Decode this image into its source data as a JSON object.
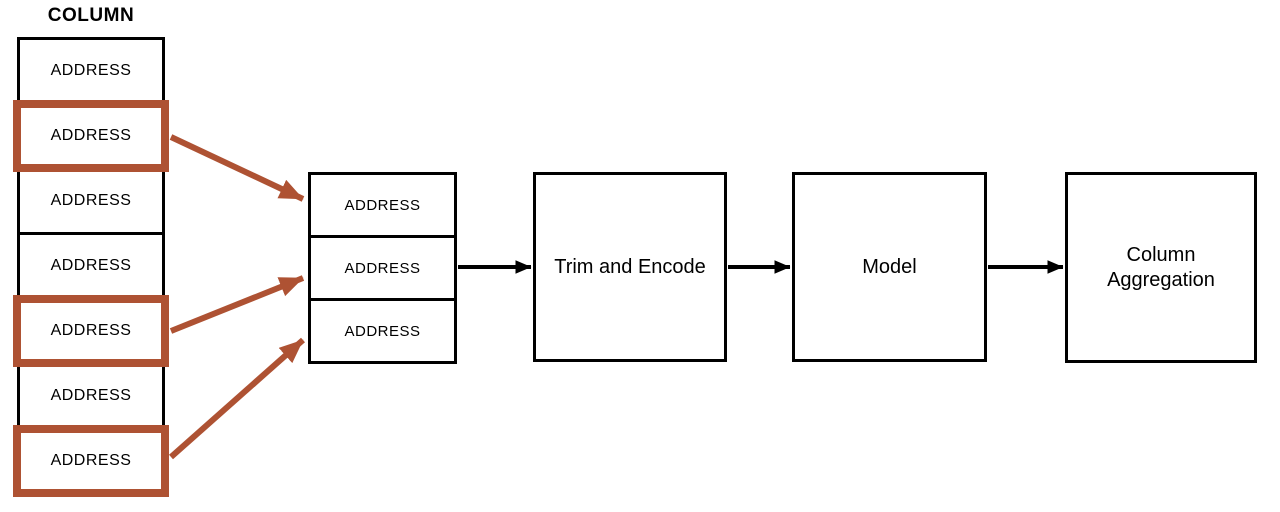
{
  "diagram": {
    "title": "COLUMN",
    "colors": {
      "highlight": "#AE5233",
      "line": "#000000",
      "background": "#ffffff"
    },
    "column": {
      "label": "COLUMN",
      "cells": [
        {
          "text": "ADDRESS",
          "highlighted": false
        },
        {
          "text": "ADDRESS",
          "highlighted": true
        },
        {
          "text": "ADDRESS",
          "highlighted": false
        },
        {
          "text": "ADDRESS",
          "highlighted": false
        },
        {
          "text": "ADDRESS",
          "highlighted": true
        },
        {
          "text": "ADDRESS",
          "highlighted": false
        },
        {
          "text": "ADDRESS",
          "highlighted": true
        }
      ]
    },
    "sample": {
      "cells": [
        "ADDRESS",
        "ADDRESS",
        "ADDRESS"
      ]
    },
    "pipeline": [
      {
        "label": "Trim and Encode"
      },
      {
        "label": "Model"
      },
      {
        "label": "Column Aggregation"
      }
    ],
    "connections": [
      {
        "from": "column-cell-2",
        "to": "sample-cell-1",
        "color": "#AE5233"
      },
      {
        "from": "column-cell-5",
        "to": "sample-cell-2",
        "color": "#AE5233"
      },
      {
        "from": "column-cell-7",
        "to": "sample-cell-3",
        "color": "#AE5233"
      },
      {
        "from": "sample-stack",
        "to": "trim-and-encode",
        "color": "#000000"
      },
      {
        "from": "trim-and-encode",
        "to": "model",
        "color": "#000000"
      },
      {
        "from": "model",
        "to": "column-aggregation",
        "color": "#000000"
      }
    ]
  }
}
